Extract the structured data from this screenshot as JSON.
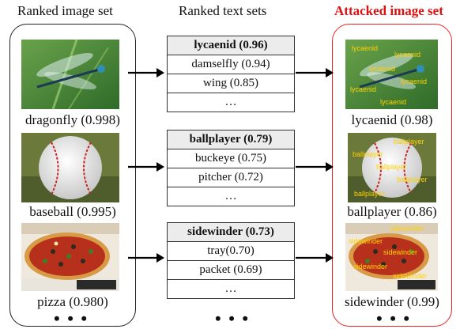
{
  "headers": {
    "left": "Ranked image set",
    "middle": "Ranked text sets",
    "right": "Attacked image set"
  },
  "rows": [
    {
      "source_caption": "dragonfly (0.998)",
      "text_set": [
        "lycaenid (0.96)",
        "damselfly (0.94)",
        "wing (0.85)",
        "…"
      ],
      "attacked_caption": "lycaenid (0.98)",
      "overlay_text": "lycaenid"
    },
    {
      "source_caption": "baseball (0.995)",
      "text_set": [
        "ballplayer (0.79)",
        "buckeye (0.75)",
        "pitcher (0.72)",
        "…"
      ],
      "attacked_caption": "ballplayer (0.86)",
      "overlay_text": "ballplayer"
    },
    {
      "source_caption": "pizza (0.980)",
      "text_set": [
        "sidewinder (0.73)",
        "tray(0.70)",
        "packet (0.69)",
        "…"
      ],
      "attacked_caption": "sidewinder (0.99)",
      "overlay_text": "sidewinder"
    }
  ],
  "ellipsis": "• • •",
  "colors": {
    "attack_red": "#e62222",
    "overlay_text": "#ffd100",
    "table_header_bg": "#ececec"
  }
}
